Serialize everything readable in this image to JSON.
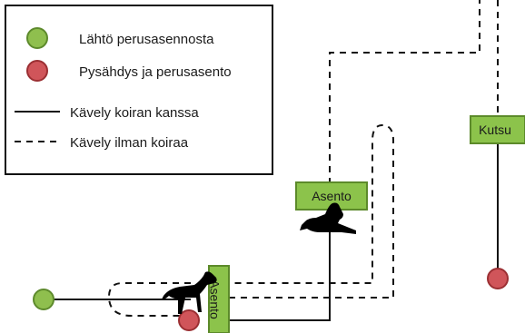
{
  "legend": {
    "start_label": "Lähtö perusasennosta",
    "stop_label": "Pysähdys ja perusasento",
    "walk_with_dog_label": "Kävely koiran kanssa",
    "walk_without_dog_label": "Kävely ilman koiraa"
  },
  "boxes": {
    "asento_vertical": "Asento",
    "asento_upper": "Asento",
    "kutsu": "Kutsu"
  },
  "colors": {
    "start_fill": "#8fbf4e",
    "start_stroke": "#5d8a2c",
    "stop_fill": "#d0555a",
    "stop_stroke": "#9b2f33",
    "box_fill": "#8cc34b",
    "box_stroke": "#5c8a2a",
    "line": "#111111"
  },
  "icons": [
    "dog-silhouette-standing-icon",
    "dog-silhouette-lying-icon"
  ]
}
